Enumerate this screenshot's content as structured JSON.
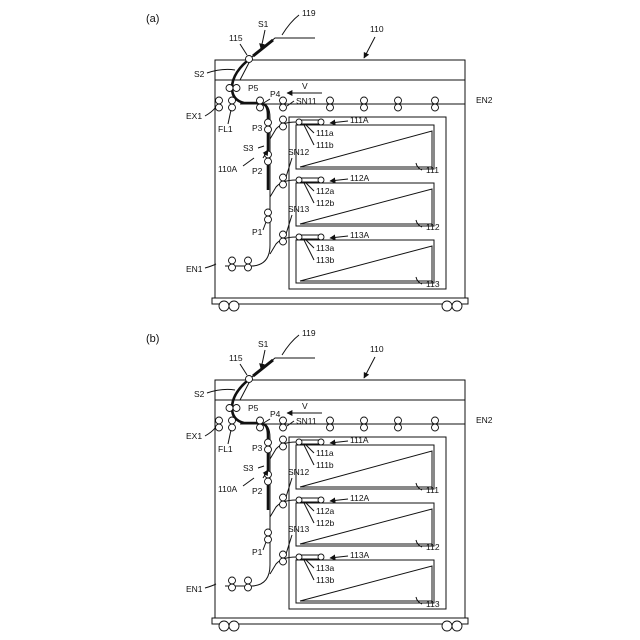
{
  "figure": {
    "panels": [
      {
        "id": "a",
        "label": "(a)",
        "tray_label_111": "111",
        "tray_label_112": "112",
        "tray_label_113": "113"
      },
      {
        "id": "b",
        "label": "(b)",
        "tray_label_111": "111",
        "tray_label_112": "112",
        "tray_label_113": "113"
      }
    ],
    "labels": {
      "s1": "S1",
      "s2": "S2",
      "s3": "S3",
      "n115": "115",
      "n119": "119",
      "n110": "110",
      "n110a": "110A",
      "p1": "P1",
      "p2": "P2",
      "p3": "P3",
      "p4": "P4",
      "p5": "P5",
      "v": "V",
      "ex1": "EX1",
      "fl1": "FL1",
      "en1": "EN1",
      "en2": "EN2",
      "sn11": "SN11",
      "sn12": "SN12",
      "sn13": "SN13",
      "t111a": "111A",
      "t111a_lo": "111a",
      "t111b": "111b",
      "t112a": "112A",
      "t112a_lo": "112a",
      "t112b": "112b",
      "t113a": "113A",
      "t113a_lo": "113a",
      "t113b": "113b"
    }
  }
}
